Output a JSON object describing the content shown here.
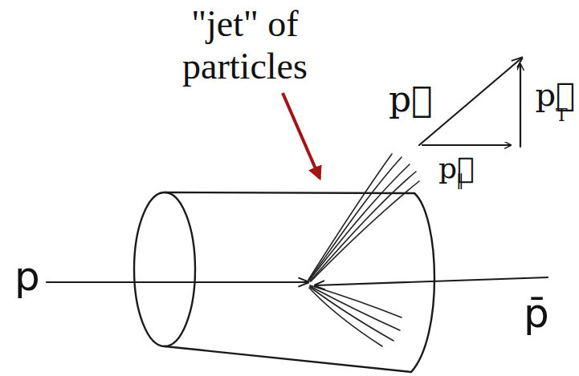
{
  "diagram": {
    "labels": [
      "\"jet\" of particles",
      "p",
      "p̄",
      "p⃗",
      "p⃗",
      "T",
      "p⃗",
      "∥"
    ]
  }
}
